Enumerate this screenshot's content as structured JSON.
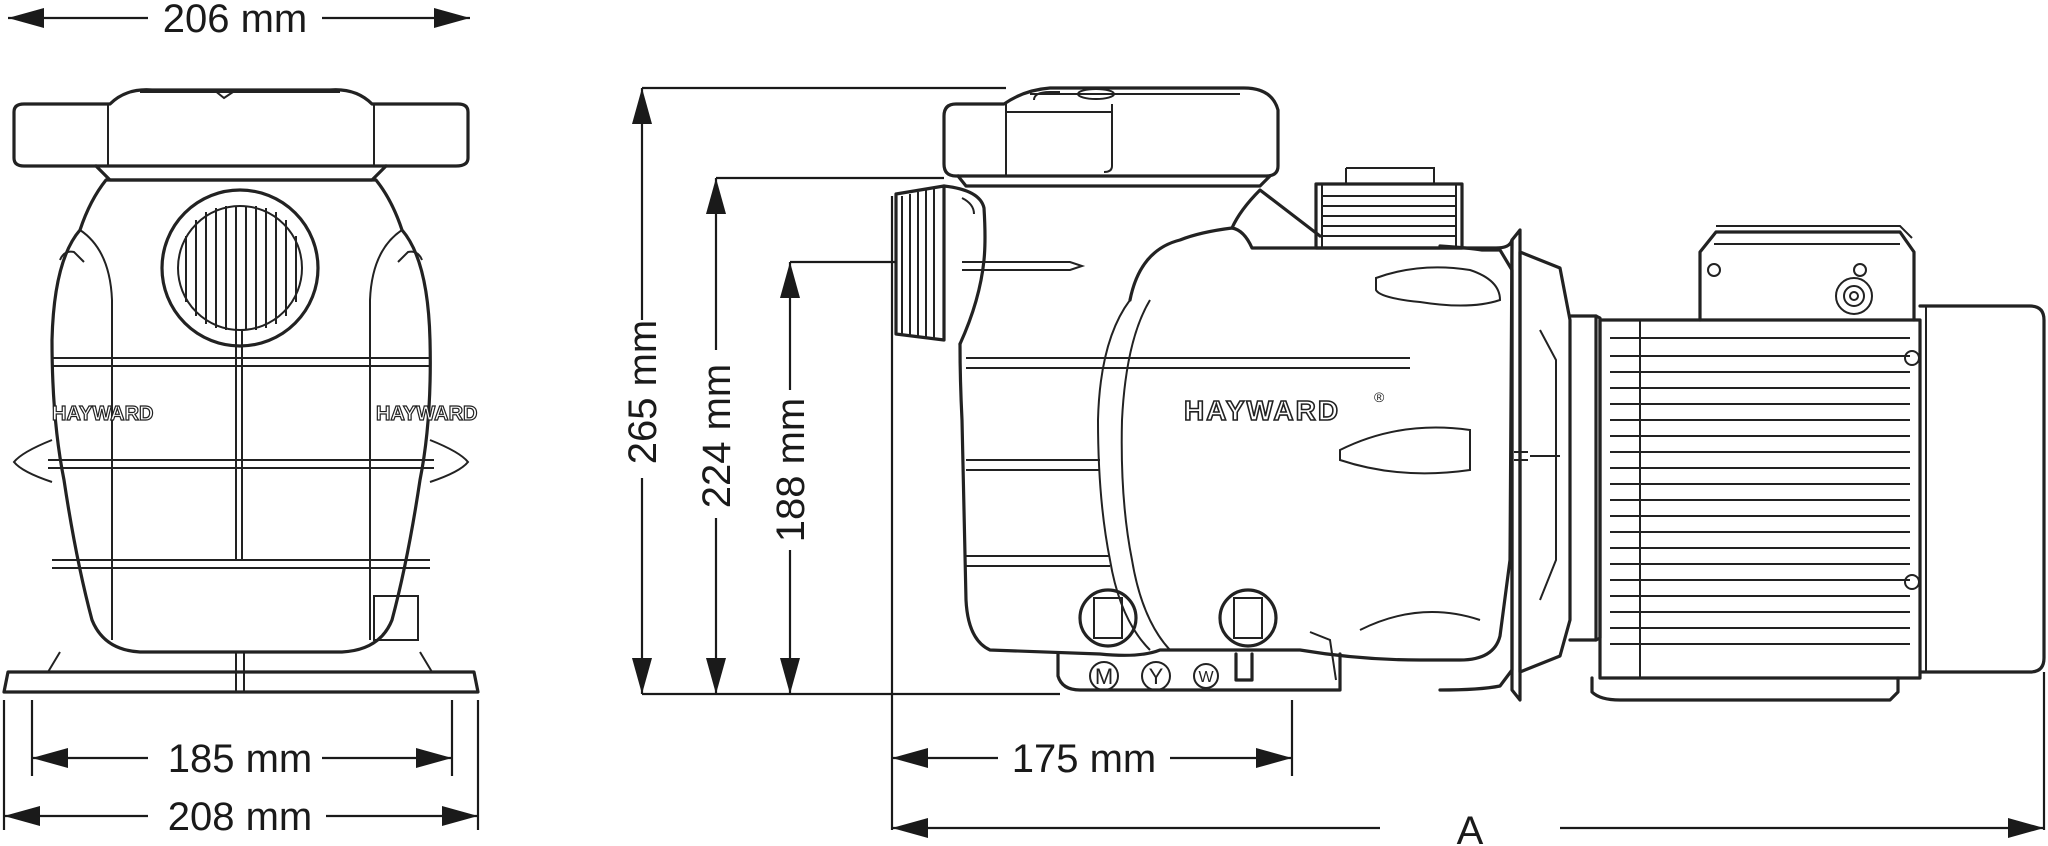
{
  "dimensions": {
    "front_top_width": "206 mm",
    "front_base_inner": "185 mm",
    "front_base_outer": "208 mm",
    "total_height": "265 mm",
    "inlet_height": "224 mm",
    "outlet_height": "188 mm",
    "side_base_length": "175 mm",
    "overall_length": "A"
  },
  "branding": {
    "logo_text": "HAYWARD",
    "registered_mark": "®",
    "front_left_mark": "HAYWARD",
    "front_right_mark": "HAYWARD"
  },
  "plug_labels": [
    "M",
    "Y",
    "W"
  ]
}
